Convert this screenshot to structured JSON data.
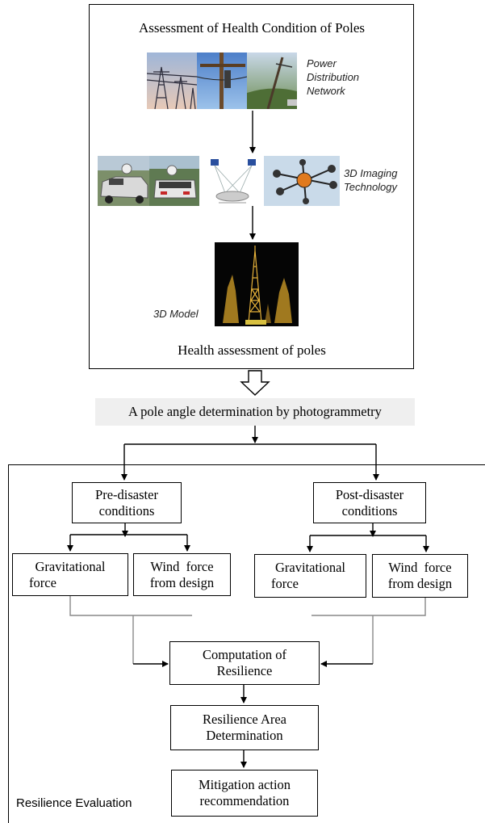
{
  "top_panel": {
    "title": "Assessment of Health Condition of Poles",
    "label_power": [
      "Power",
      "Distribution",
      "Network"
    ],
    "label_imaging": [
      "3D Imaging",
      "Technology"
    ],
    "label_model": "3D Model",
    "caption": "Health assessment of poles"
  },
  "photogrammetry_banner": "A pole angle determination by photogrammetry",
  "bottom_panel": {
    "pre_disaster": [
      "Pre-disaster",
      "conditions"
    ],
    "post_disaster": [
      "Post-disaster",
      "conditions"
    ],
    "gravitational_left": [
      "Gravitational",
      "force"
    ],
    "wind_left": [
      "Wind  force",
      "from design"
    ],
    "gravitational_right": [
      "Gravitational",
      "force"
    ],
    "wind_right": [
      "Wind  force",
      "from design"
    ],
    "computation": [
      "Computation of",
      "Resilience"
    ],
    "area": [
      "Resilience Area",
      "Determination"
    ],
    "mitigation": [
      "Mitigation action",
      "recommendation"
    ],
    "caption": "Resilience Evaluation"
  }
}
